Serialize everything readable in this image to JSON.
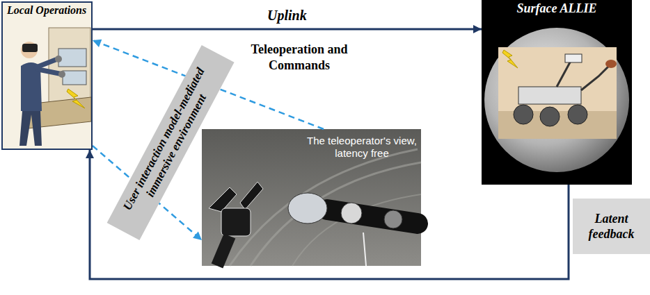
{
  "diagram": {
    "nodes": [
      {
        "text": [
          "Local Operations"
        ]
      },
      {
        "text": [
          "Surface ALLIE"
        ]
      },
      {
        "text": [
          "User interaction model-mediated immersive environment"
        ]
      },
      {
        "text": [
          "The teleoperator's view, latency free"
        ]
      }
    ],
    "edges": [
      {
        "from": 0,
        "to": 1,
        "arrow": "to",
        "label": "Uplink"
      },
      {
        "from": 1,
        "to": 0,
        "arrow": "to",
        "label": "Latent feedback"
      },
      {
        "from": 3,
        "to": 0,
        "arrow": "to"
      },
      {
        "from": 0,
        "to": 3,
        "arrow": "to"
      }
    ],
    "labels": [
      "Teleoperation and Commands"
    ]
  }
}
